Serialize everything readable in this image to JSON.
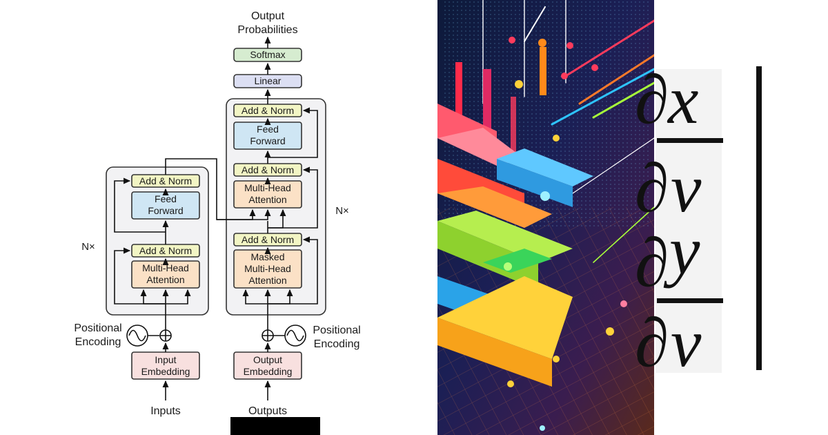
{
  "diagram": {
    "output_probabilities": [
      "Output",
      "Probabilities"
    ],
    "softmax": "Softmax",
    "linear": "Linear",
    "encoder": {
      "repeat": "N×",
      "add_norm_top": "Add & Norm",
      "feed_forward": [
        "Feed",
        "Forward"
      ],
      "add_norm_bottom": "Add & Norm",
      "attention": [
        "Multi-Head",
        "Attention"
      ],
      "positional_encoding": [
        "Positional",
        "Encoding"
      ],
      "embedding": [
        "Input",
        "Embedding"
      ],
      "input": "Inputs"
    },
    "decoder": {
      "repeat": "N×",
      "add_norm_top": "Add & Norm",
      "feed_forward": [
        "Feed",
        "Forward"
      ],
      "add_norm_mid": "Add & Norm",
      "cross_attention": [
        "Multi-Head",
        "Attention"
      ],
      "add_norm_bottom": "Add & Norm",
      "masked_attention": [
        "Masked",
        "Multi-Head",
        "Attention"
      ],
      "positional_encoding": [
        "Positional",
        "Encoding"
      ],
      "embedding": [
        "Output",
        "Embedding"
      ],
      "input": "Outputs"
    },
    "colors": {
      "add_norm": "#f2f5c4",
      "feed_forward": "#cfe6f4",
      "attention": "#fbe1c6",
      "embedding": "#f8e0df",
      "softmax": "#d6ecd0",
      "linear": "#dcdff3",
      "block_bg": "#f2f2f4"
    }
  },
  "math": {
    "glyphs": [
      "∂",
      "x",
      "∂",
      "v",
      "∂",
      "y",
      "∂",
      "v"
    ]
  }
}
